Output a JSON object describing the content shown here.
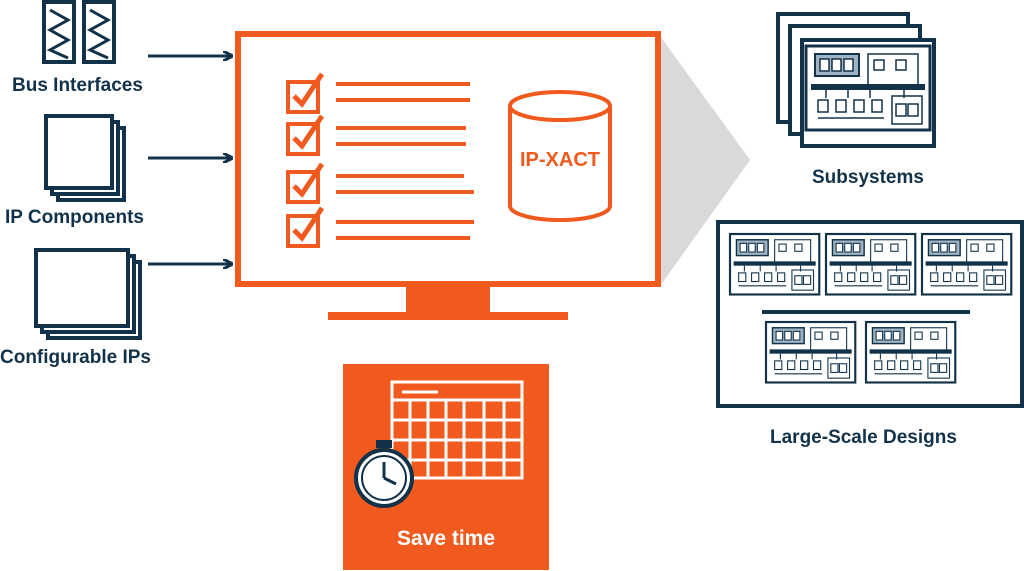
{
  "inputs": {
    "bus_interfaces": "Bus Interfaces",
    "ip_components": "IP Components",
    "configurable_ips": "Configurable IPs"
  },
  "center": {
    "database_label": "IP-XACT",
    "save_time": "Save time"
  },
  "outputs": {
    "subsystems": "Subsystems",
    "large_scale_designs": "Large-Scale Designs"
  },
  "colors": {
    "navy": "#12324a",
    "orange": "#f05a1e",
    "gray": "#d9d9d9",
    "chip_fill": "#9fb3c2"
  },
  "icons": [
    "bus-interface-icon",
    "ip-components-icon",
    "configurable-ips-icon",
    "checkbox-icon",
    "database-icon",
    "calendar-icon",
    "stopwatch-icon",
    "subsystem-board-icon"
  ]
}
